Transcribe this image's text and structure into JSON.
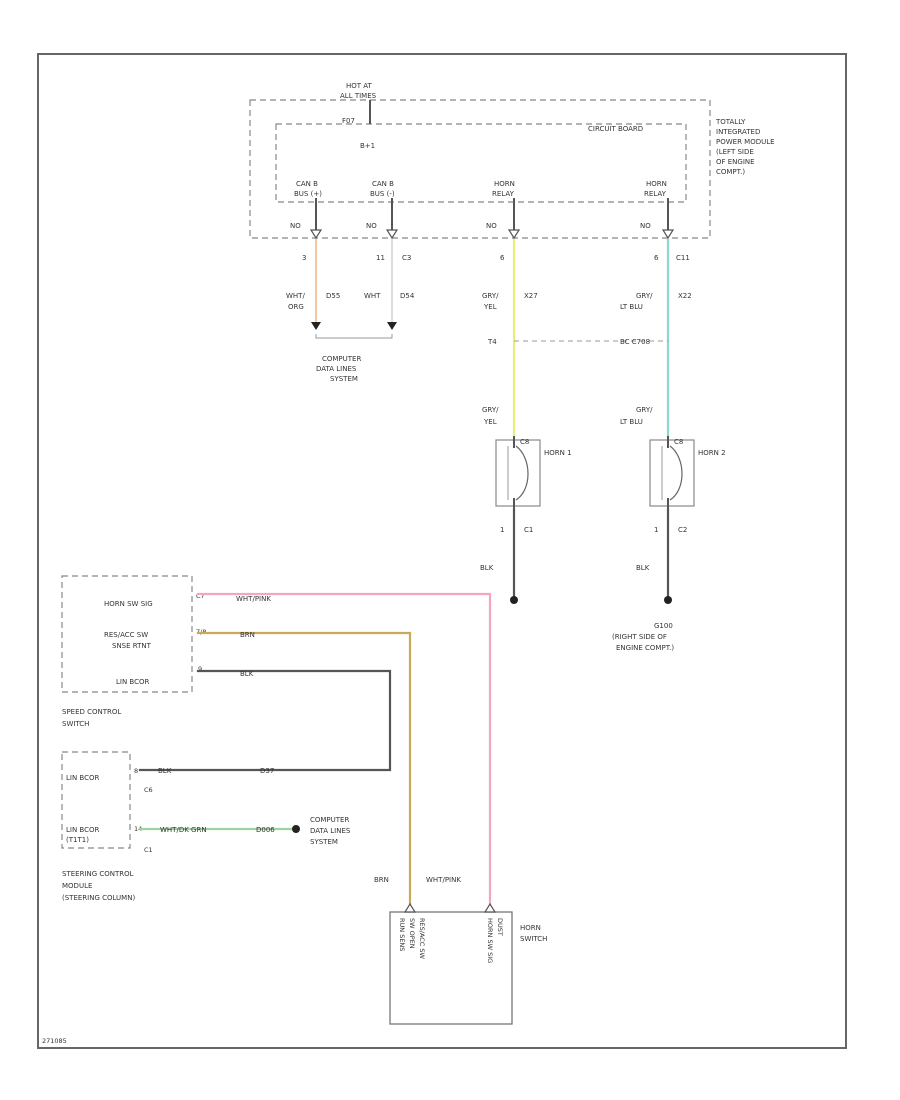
{
  "tipm": {
    "hot_at_lines": [
      "HOT AT",
      "ALL TIMES"
    ],
    "fused_label": "F07",
    "fuse_id": "B+1",
    "board_label": "CIRCUIT BOARD",
    "module_lines": [
      "TOTALLY",
      "INTEGRATED",
      "POWER MODULE",
      "(LEFT SIDE",
      "OF ENGINE",
      "COMPT.)"
    ],
    "col1_lines": [
      "CAN B",
      "BUS (+)"
    ],
    "col2_lines": [
      "CAN B",
      "BUS (-)"
    ],
    "col3_lines": [
      "HORN",
      "RELAY"
    ],
    "col4_lines": [
      "HORN",
      "RELAY"
    ],
    "pin_labels": [
      "NO",
      "NO",
      "NO",
      "NO"
    ],
    "pin1": "3",
    "pin2": "11",
    "pin2_conn": "C3",
    "pin3": "6",
    "pin4": "6",
    "pin4_conn": "C11"
  },
  "wires": {
    "w1_color": [
      "WHT/",
      "ORG"
    ],
    "w1_circuit": "D55",
    "w2_color": [
      "WHT"
    ],
    "w2_circuit": "D54",
    "w3_color": [
      "GRY/",
      "YEL"
    ],
    "w3_circuit": "X27",
    "w4_color": [
      "GRY/",
      "LT BLU"
    ],
    "w4_circuit": "X22",
    "splice_left": "T4",
    "splice_right": "BC C708",
    "w3_lower": [
      "GRY/",
      "YEL"
    ],
    "w4_lower": [
      "GRY/",
      "LT BLU"
    ],
    "ground_wire_1": "BLK",
    "ground_wire_2": "BLK",
    "switch_pink": "WHT/PINK",
    "switch_brn": "BRN",
    "switch_blk": "BLK",
    "blk_down": "BLK",
    "blk_circuit": "D37",
    "green_wire": "WHT/DK GRN",
    "green_circuit": "D006",
    "brn_vertical": "BRN",
    "pink_vertical": "WHT/PINK"
  },
  "computer_data_top": [
    "COMPUTER",
    "DATA LINES",
    "SYSTEM"
  ],
  "computer_data_mid": [
    "COMPUTER",
    "DATA LINES",
    "SYSTEM"
  ],
  "horn1": {
    "label": "HORN 1",
    "pin_top": "C8",
    "pin_bottom": "1",
    "conn_bottom": "C1"
  },
  "horn2": {
    "label": "HORN 2",
    "pin_top": "C8",
    "pin_bottom": "1",
    "conn_bottom": "C2"
  },
  "ground": {
    "id": "G100",
    "lines": [
      "(RIGHT SIDE OF",
      "ENGINE COMPT.)"
    ]
  },
  "speed_control": {
    "row1": "HORN SW SIG",
    "row2": [
      "RES/ACC SW",
      "SNSE RTNT"
    ],
    "row3": "LIN BCOR",
    "pin1": "C7",
    "pin2": "7/8",
    "pin3": "9",
    "name": [
      "SPEED CONTROL",
      "SWITCH"
    ]
  },
  "scm": {
    "row1": "LIN BCOR",
    "row2": [
      "LIN BCOR",
      "(T1T1)"
    ],
    "pin1": "8",
    "pin2": "14",
    "conn1": "C6",
    "conn2": "C1",
    "name": [
      "STEERING CONTROL",
      "MODULE",
      "(STEERING COLUMN)"
    ]
  },
  "horn_switch": {
    "label": [
      "HORN",
      "SWITCH"
    ],
    "inner_left": [
      "RUN SENS",
      "SW OPEN",
      "RES/ACC SW"
    ],
    "inner_right": [
      "HORN SW SIG",
      "DUST"
    ]
  },
  "footer_code": "271085"
}
